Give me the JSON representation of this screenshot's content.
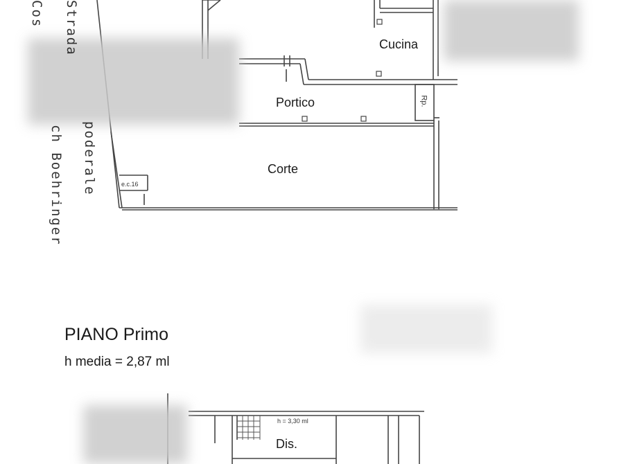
{
  "rooms": {
    "cucina": "Cucina",
    "portico": "Portico",
    "corte": "Corte",
    "rp": "Rp.",
    "dis": "Dis."
  },
  "notes": {
    "ec": "e.c.16",
    "height": "h = 3,30 ml"
  },
  "street": {
    "col1": "Strada",
    "col2": "Cos",
    "col3": "poderale",
    "col4": "ch Boehringer"
  },
  "floor": {
    "title": "PIANO Primo",
    "height": "h media = 2,87 ml"
  }
}
